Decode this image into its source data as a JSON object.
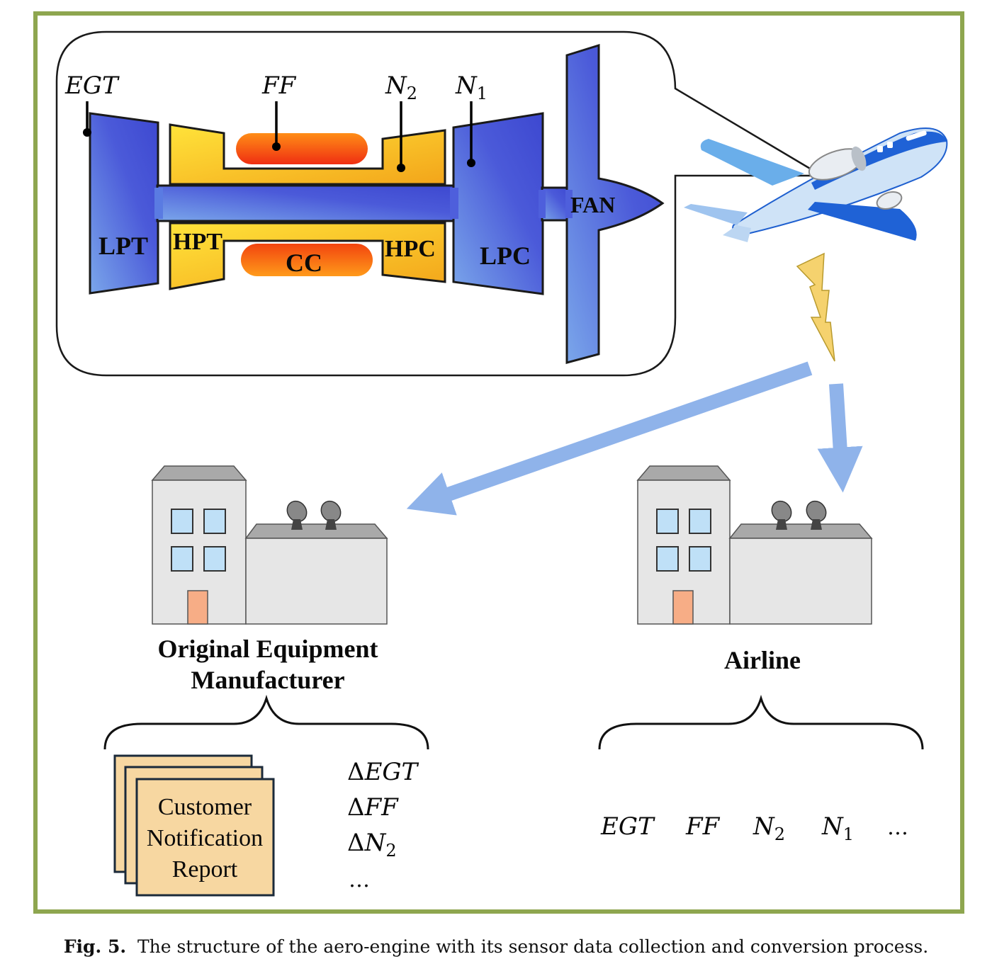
{
  "engine": {
    "sensors": {
      "egt": "EGT",
      "ff": "FF",
      "n2_base": "N",
      "n2_sub": "2",
      "n1_base": "N",
      "n1_sub": "1"
    },
    "components": {
      "lpt": "LPT",
      "hpt": "HPT",
      "cc": "CC",
      "hpc": "HPC",
      "lpc": "LPC",
      "fan": "FAN"
    }
  },
  "buildings": {
    "oem_line1": "Original Equipment",
    "oem_line2": "Manufacturer",
    "airline": "Airline"
  },
  "report": {
    "line1": "Customer",
    "line2": "Notification",
    "line3": "Report"
  },
  "oem_params": {
    "delta": "Δ",
    "egt": "EGT",
    "ff": "FF",
    "n2_base": "N",
    "n2_sub": "2",
    "ellipsis": "…"
  },
  "airline_params": {
    "egt": "EGT",
    "ff": "FF",
    "n2_base": "N",
    "n2_sub": "2",
    "n1_base": "N",
    "n1_sub": "1",
    "ellipsis": "…"
  },
  "caption": {
    "label": "Fig. 5.",
    "text": "The structure of the aero-engine with its sensor data collection and conversion process."
  },
  "colors": {
    "frame": "#8ea64f",
    "engine_blue": "#4f5fe0",
    "engine_yellow": "#ffcc1a",
    "combustor": "#f03a1a",
    "arrow": "#8fb3ea",
    "building": "#e6e6e6",
    "window": "#bfe0f7",
    "door": "#f7ad86",
    "report": "#f7d7a1",
    "bolt": "#f5d26e"
  }
}
